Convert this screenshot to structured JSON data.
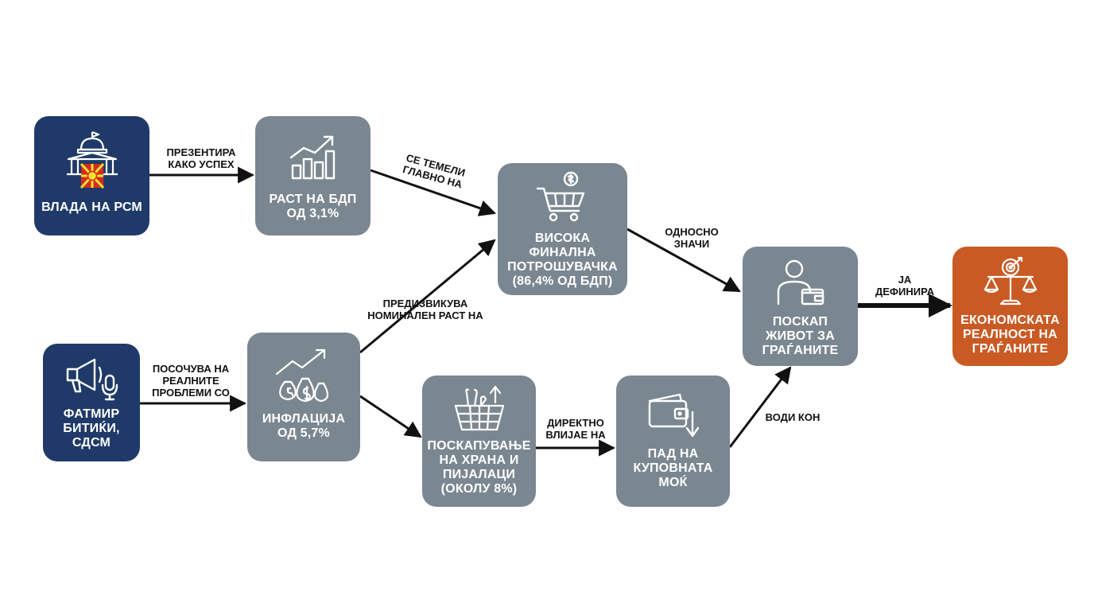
{
  "nodes": {
    "gov": {
      "label": "ВЛАДА НА РСМ",
      "icon": "government-building-flag-icon",
      "color": "#1f3a68"
    },
    "gdp": {
      "label": "РАСТ НА БДП\nОД 3,1%",
      "icon": "bar-chart-growth-icon",
      "color": "#7b8790"
    },
    "consumption": {
      "label": "ВИСОКА\nФИНАЛНА\nПОТРОШУВАЧКА\n(86,4% ОД БДП)",
      "icon": "shopping-cart-coin-icon",
      "color": "#7b8790"
    },
    "costliving": {
      "label": "ПОСКАП\nЖИВОТ ЗА\nГРАЃАНИТЕ",
      "icon": "person-wallet-icon",
      "color": "#7b8790"
    },
    "reality": {
      "label": "ЕКОНОМСКАТА\nРЕАЛНОСТ НА\nГРАЃАНИТЕ",
      "icon": "scales-target-icon",
      "color": "#c95a24"
    },
    "bitiki": {
      "label": "ФАТМИР\nБИТИЌИ,\nСДСМ",
      "icon": "megaphone-microphone-icon",
      "color": "#1f3a68"
    },
    "inflation": {
      "label": "ИНФЛАЦИЈА\nОД 5,7%",
      "icon": "money-bags-growth-icon",
      "color": "#7b8790"
    },
    "food": {
      "label": "ПОСКАПУВАЊЕ\nНА ХРАНА И\nПИЈАЛАЦИ\n(ОКОЛУ 8%)",
      "icon": "grocery-basket-up-icon",
      "color": "#7b8790"
    },
    "purchasing": {
      "label": "ПАД НА\nКУПОВНАТА\nМОЌ",
      "icon": "wallet-down-icon",
      "color": "#7b8790"
    }
  },
  "edges": [
    {
      "from": "gov",
      "to": "gdp",
      "label": "ПРЕЗЕНТИРА\nКАКО УСПЕХ"
    },
    {
      "from": "gdp",
      "to": "consumption",
      "label": "СЕ ТЕМЕЛИ\nГЛАВНО НА"
    },
    {
      "from": "inflation",
      "to": "consumption",
      "label": "ПРЕДИЗВИКУВА\nНОМИНАЛЕН РАСТ НА"
    },
    {
      "from": "consumption",
      "to": "costliving",
      "label": "ОДНОСНО\nЗНАЧИ"
    },
    {
      "from": "costliving",
      "to": "reality",
      "label": "ЈА\nДЕФИНИРА"
    },
    {
      "from": "bitiki",
      "to": "inflation",
      "label": "ПОСОЧУВА НА\nРЕАЛНИТЕ\nПРОБЛЕМИ СО"
    },
    {
      "from": "inflation",
      "to": "food",
      "label": ""
    },
    {
      "from": "food",
      "to": "purchasing",
      "label": "ДИРЕКТНО\nВЛИЈАЕ НА"
    },
    {
      "from": "purchasing",
      "to": "costliving",
      "label": "ВОДИ КОН"
    }
  ]
}
